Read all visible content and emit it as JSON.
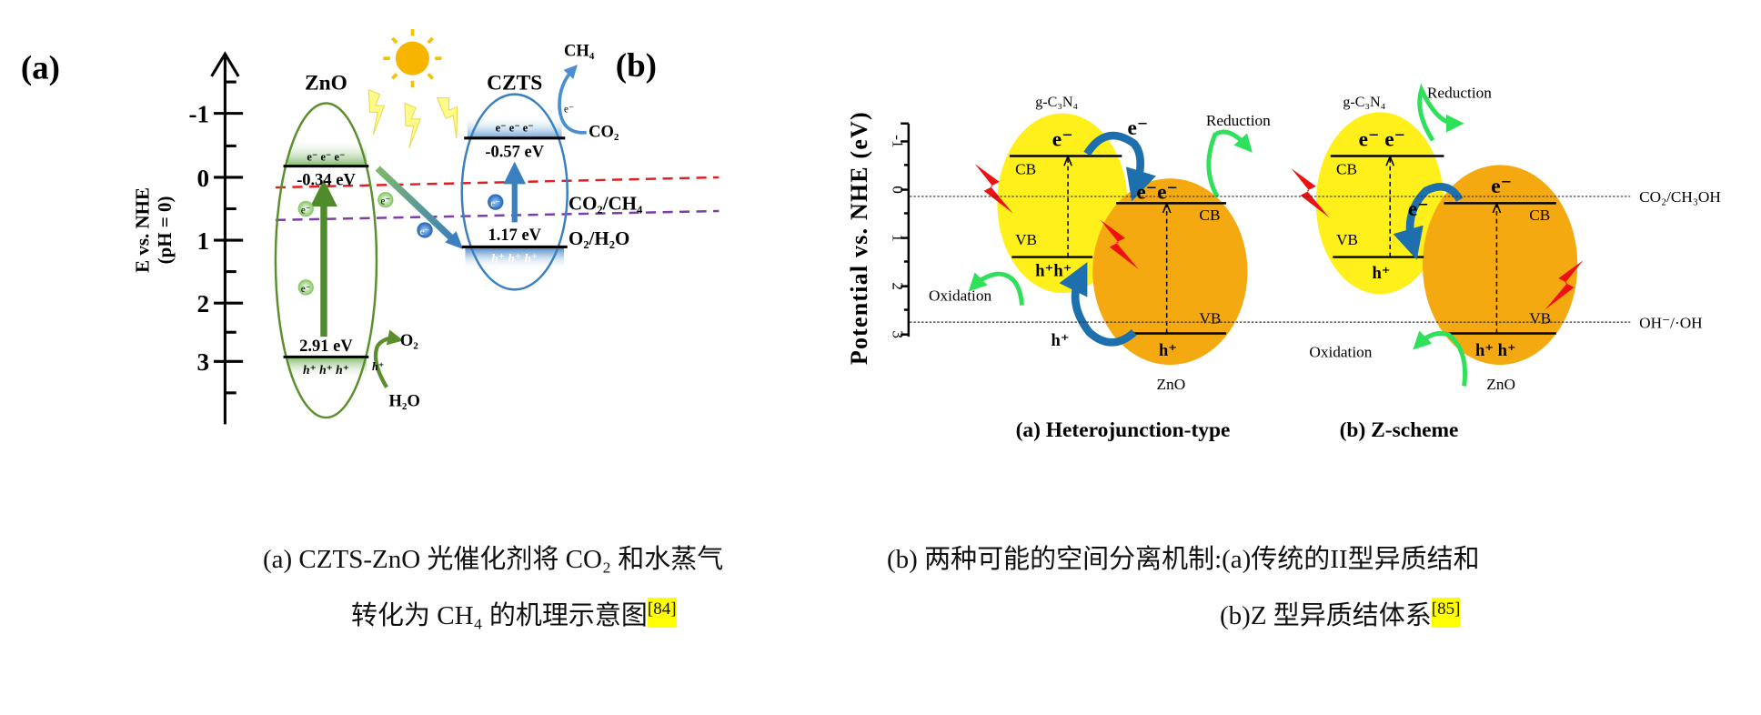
{
  "panel_a": {
    "label": "(a)",
    "axis_label_1": "E vs. NHE",
    "axis_label_2": "(pH = 0)",
    "ticks": [
      "-1",
      "0",
      "1",
      "2",
      "3"
    ],
    "zno": {
      "name": "ZnO",
      "cb": "-0.34 eV",
      "vb": "2.91 eV",
      "electrons": "e⁻ e⁻ e⁻",
      "holes": "h⁺ h⁺ h⁺"
    },
    "czts": {
      "name": "CZTS",
      "cb": "-0.57 eV",
      "vb": "1.17 eV",
      "electrons": "e⁻ e⁻ e⁻",
      "holes": "h⁺ h⁺ h⁺"
    },
    "electron": "e⁻",
    "hole": "h⁺",
    "products": {
      "ch4": "CH₄",
      "co2": "CO₂",
      "o2": "O₂",
      "h2o": "H₂O"
    },
    "redox": [
      "CO₂/CH₄",
      "O₂/H₂O"
    ],
    "colors": {
      "zno": "#5b8f2e",
      "czts": "#3a7fc0",
      "co2_line": "#e02020",
      "o2_line": "#7a3fa8",
      "sun": "#f7b500"
    }
  },
  "panel_b": {
    "label": "(b)",
    "axis_label": "Potential vs. NHE (eV)",
    "ticks": [
      "-1",
      "0",
      "1",
      "2",
      "3"
    ],
    "redox": [
      "CO₂/CH₃OH",
      "OH⁻/·OH"
    ],
    "heterojunction": {
      "title": "(a) Heterojunction-type",
      "semi1": "g-C₃N₄",
      "semi2": "ZnO",
      "cb": "CB",
      "vb": "VB",
      "semi1_e": "e⁻",
      "e_transfer": "e⁻",
      "semi2_e": "e⁻e⁻",
      "semi1_h": "h⁺h⁺",
      "h_transfer": "h⁺",
      "semi2_h": "h⁺",
      "reduction": "Reduction",
      "oxidation": "Oxidation"
    },
    "zscheme": {
      "title": "(b) Z-scheme",
      "semi1": "g-C₃N₄",
      "semi2": "ZnO",
      "cb": "CB",
      "vb": "VB",
      "semi1_e": "e⁻ e⁻",
      "e_transfer": "e⁻",
      "semi2_e": "e⁻",
      "semi1_h": "h⁺",
      "semi2_h": "h⁺ h⁺",
      "reduction": "Reduction",
      "oxidation": "Oxidation"
    },
    "colors": {
      "semi1": "#ffef1a",
      "semi2": "#f5a911",
      "transfer_arrow": "#1e6fae",
      "redox_arrow": "#2ee05a",
      "bolt": "#ee1111"
    }
  },
  "captions": {
    "a_line1": "(a) CZTS-ZnO 光催化剂将 CO₂ 和水蒸气",
    "a_line2": "转化为 CH₄ 的机理示意图",
    "a_ref": "[84]",
    "b_line1": "(b)  两种可能的空间分离机制:(a)传统的II型异质结和",
    "b_line2": "(b)Z 型异质结体系",
    "b_ref": "[85]"
  }
}
